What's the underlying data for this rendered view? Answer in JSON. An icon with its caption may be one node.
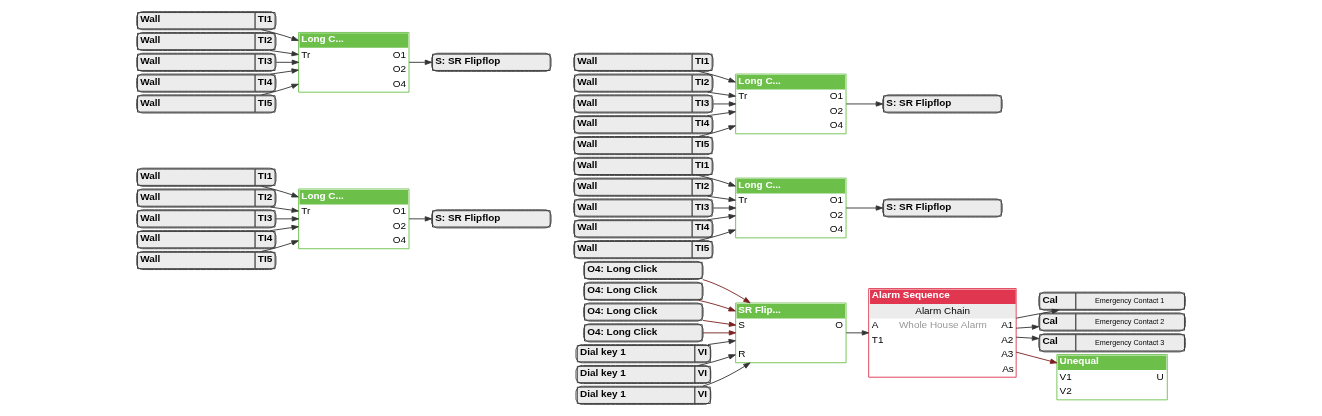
{
  "diagram": {
    "nodes": [
      {
        "text": [
          "Wall",
          "TI1"
        ]
      },
      {
        "text": [
          "Wall",
          "TI2"
        ]
      },
      {
        "text": [
          "Wall",
          "TI3"
        ]
      },
      {
        "text": [
          "Wall",
          "TI4"
        ]
      },
      {
        "text": [
          "Wall",
          "TI5"
        ]
      },
      {
        "text": [
          "Long C...",
          "Tr",
          "O1",
          "O2",
          "O4"
        ]
      },
      {
        "text": [
          "S: SR Flipflop"
        ]
      },
      {
        "text": [
          "Wall",
          "TI1"
        ]
      },
      {
        "text": [
          "Wall",
          "TI2"
        ]
      },
      {
        "text": [
          "Wall",
          "TI3"
        ]
      },
      {
        "text": [
          "Wall",
          "TI4"
        ]
      },
      {
        "text": [
          "Wall",
          "TI5"
        ]
      },
      {
        "text": [
          "Long C...",
          "Tr",
          "O1",
          "O2",
          "O4"
        ]
      },
      {
        "text": [
          "S: SR Flipflop"
        ]
      },
      {
        "text": [
          "Wall",
          "TI1"
        ]
      },
      {
        "text": [
          "Wall",
          "TI2"
        ]
      },
      {
        "text": [
          "Wall",
          "TI3"
        ]
      },
      {
        "text": [
          "Wall",
          "TI4"
        ]
      },
      {
        "text": [
          "Wall",
          "TI5"
        ]
      },
      {
        "text": [
          "Long C...",
          "Tr",
          "O1",
          "O2",
          "O4"
        ]
      },
      {
        "text": [
          "S: SR Flipflop"
        ]
      },
      {
        "text": [
          "Wall",
          "TI1"
        ]
      },
      {
        "text": [
          "Wall",
          "TI2"
        ]
      },
      {
        "text": [
          "Wall",
          "TI3"
        ]
      },
      {
        "text": [
          "Wall",
          "TI4"
        ]
      },
      {
        "text": [
          "Wall",
          "TI5"
        ]
      },
      {
        "text": [
          "Long C...",
          "Tr",
          "O1",
          "O2",
          "O4"
        ]
      },
      {
        "text": [
          "S: SR Flipflop"
        ]
      },
      {
        "text": [
          "O4: Long Click"
        ]
      },
      {
        "text": [
          "O4: Long Click"
        ]
      },
      {
        "text": [
          "O4: Long Click"
        ]
      },
      {
        "text": [
          "O4: Long Click"
        ]
      },
      {
        "text": [
          "Dial key 1",
          "VI"
        ]
      },
      {
        "text": [
          "Dial key 1",
          "VI"
        ]
      },
      {
        "text": [
          "Dial key 1",
          "VI"
        ]
      },
      {
        "text": [
          "SR Flip...",
          "S",
          "O",
          "R"
        ]
      },
      {
        "text": [
          "Alarm Sequence",
          "Alarm Chain",
          "A",
          "Whole House Alarm",
          "T1",
          "A1",
          "A2",
          "A3",
          "As"
        ]
      },
      {
        "text": [
          "Cal",
          "Emergency Contact 1"
        ]
      },
      {
        "text": [
          "Cal",
          "Emergency Contact 2"
        ]
      },
      {
        "text": [
          "Cal",
          "Emergency Contact 3"
        ]
      },
      {
        "text": [
          "Unequal",
          "V1",
          "U",
          "V2"
        ]
      }
    ],
    "edges": [
      {
        "from": 0,
        "to": 5,
        "arrow": "to"
      },
      {
        "from": 1,
        "to": 5,
        "arrow": "to"
      },
      {
        "from": 2,
        "to": 5,
        "arrow": "to"
      },
      {
        "from": 3,
        "to": 5,
        "arrow": "to"
      },
      {
        "from": 4,
        "to": 5,
        "arrow": "to"
      },
      {
        "from": 5,
        "to": 6,
        "arrow": "to"
      },
      {
        "from": 7,
        "to": 12,
        "arrow": "to"
      },
      {
        "from": 8,
        "to": 12,
        "arrow": "to"
      },
      {
        "from": 9,
        "to": 12,
        "arrow": "to"
      },
      {
        "from": 10,
        "to": 12,
        "arrow": "to"
      },
      {
        "from": 11,
        "to": 12,
        "arrow": "to"
      },
      {
        "from": 12,
        "to": 13,
        "arrow": "to"
      },
      {
        "from": 14,
        "to": 19,
        "arrow": "to"
      },
      {
        "from": 15,
        "to": 19,
        "arrow": "to"
      },
      {
        "from": 16,
        "to": 19,
        "arrow": "to"
      },
      {
        "from": 17,
        "to": 19,
        "arrow": "to"
      },
      {
        "from": 18,
        "to": 19,
        "arrow": "to"
      },
      {
        "from": 19,
        "to": 20,
        "arrow": "to"
      },
      {
        "from": 21,
        "to": 26,
        "arrow": "to"
      },
      {
        "from": 22,
        "to": 26,
        "arrow": "to"
      },
      {
        "from": 23,
        "to": 26,
        "arrow": "to"
      },
      {
        "from": 24,
        "to": 26,
        "arrow": "to"
      },
      {
        "from": 25,
        "to": 26,
        "arrow": "to"
      },
      {
        "from": 26,
        "to": 27,
        "arrow": "to"
      },
      {
        "from": 28,
        "to": 35,
        "arrow": "to",
        "color": "#7a1f1f"
      },
      {
        "from": 29,
        "to": 35,
        "arrow": "to",
        "color": "#7a1f1f"
      },
      {
        "from": 30,
        "to": 35,
        "arrow": "to",
        "color": "#7a1f1f"
      },
      {
        "from": 31,
        "to": 35,
        "arrow": "to",
        "color": "#7a1f1f"
      },
      {
        "from": 32,
        "to": 35,
        "arrow": "to"
      },
      {
        "from": 33,
        "to": 35,
        "arrow": "to"
      },
      {
        "from": 34,
        "to": 35,
        "arrow": "to"
      },
      {
        "from": 35,
        "to": 36,
        "arrow": "to"
      },
      {
        "from": 36,
        "to": 37,
        "arrow": "to"
      },
      {
        "from": 36,
        "to": 38,
        "arrow": "to"
      },
      {
        "from": 36,
        "to": 39,
        "arrow": "to"
      },
      {
        "from": 36,
        "to": 40,
        "arrow": "to",
        "color": "#7a1f1f"
      }
    ]
  }
}
